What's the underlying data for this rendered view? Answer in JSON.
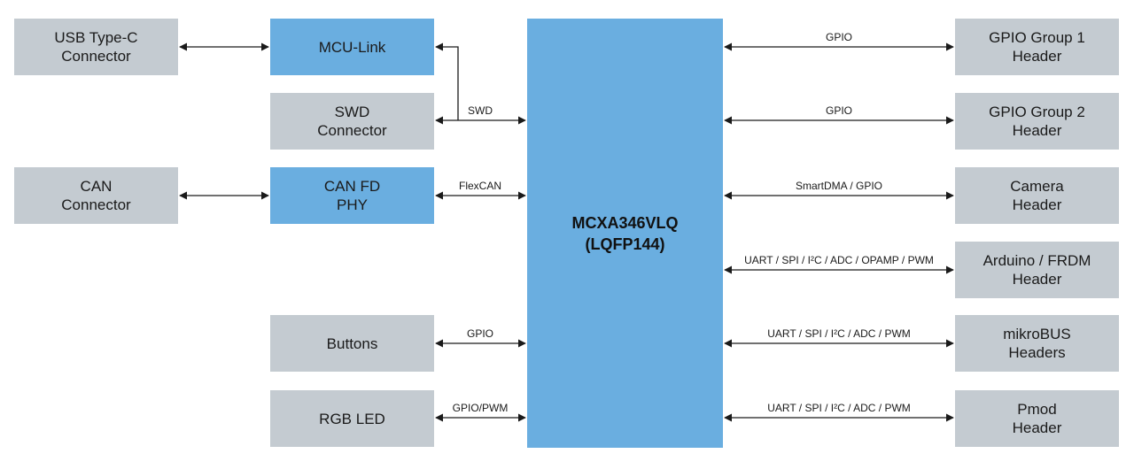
{
  "mcu": {
    "line1": "MCXA346VLQ",
    "line2": "(LQFP144)"
  },
  "left_outer": [
    {
      "name": "usb-typec-connector",
      "line1": "USB Type-C",
      "line2": "Connector"
    },
    {
      "name": "can-connector",
      "line1": "CAN",
      "line2": "Connector"
    }
  ],
  "left_inner": [
    {
      "name": "mcu-link",
      "line1": "MCU-Link",
      "line2": "",
      "style": "blue"
    },
    {
      "name": "swd-connector",
      "line1": "SWD",
      "line2": "Connector",
      "style": "gray"
    },
    {
      "name": "can-fd-phy",
      "line1": "CAN FD",
      "line2": "PHY",
      "style": "blue"
    },
    {
      "name": "buttons",
      "line1": "Buttons",
      "line2": "",
      "style": "gray"
    },
    {
      "name": "rgb-led",
      "line1": "RGB LED",
      "line2": "",
      "style": "gray"
    }
  ],
  "left_links": {
    "swd": "SWD",
    "flexcan": "FlexCAN",
    "buttons": "GPIO",
    "rgb_led": "GPIO/PWM"
  },
  "right": [
    {
      "name": "gpio-group-1-header",
      "line1": "GPIO Group 1",
      "line2": "Header",
      "link": "GPIO"
    },
    {
      "name": "gpio-group-2-header",
      "line1": "GPIO Group 2",
      "line2": "Header",
      "link": "GPIO"
    },
    {
      "name": "camera-header",
      "line1": "Camera",
      "line2": "Header",
      "link": "SmartDMA / GPIO"
    },
    {
      "name": "arduino-frdm-header",
      "line1": "Arduino / FRDM",
      "line2": "Header",
      "link": "UART / SPI / I²C / ADC / OPAMP / PWM"
    },
    {
      "name": "mikrobus-headers",
      "line1": "mikroBUS",
      "line2": "Headers",
      "link": "UART / SPI / I²C / ADC / PWM"
    },
    {
      "name": "pmod-header",
      "line1": "Pmod",
      "line2": "Header",
      "link": "UART / SPI / I²C / ADC / PWM"
    }
  ],
  "colors": {
    "block_gray": "#c4cbd1",
    "block_blue": "#6aaee0",
    "line": "#1a1a1a"
  }
}
